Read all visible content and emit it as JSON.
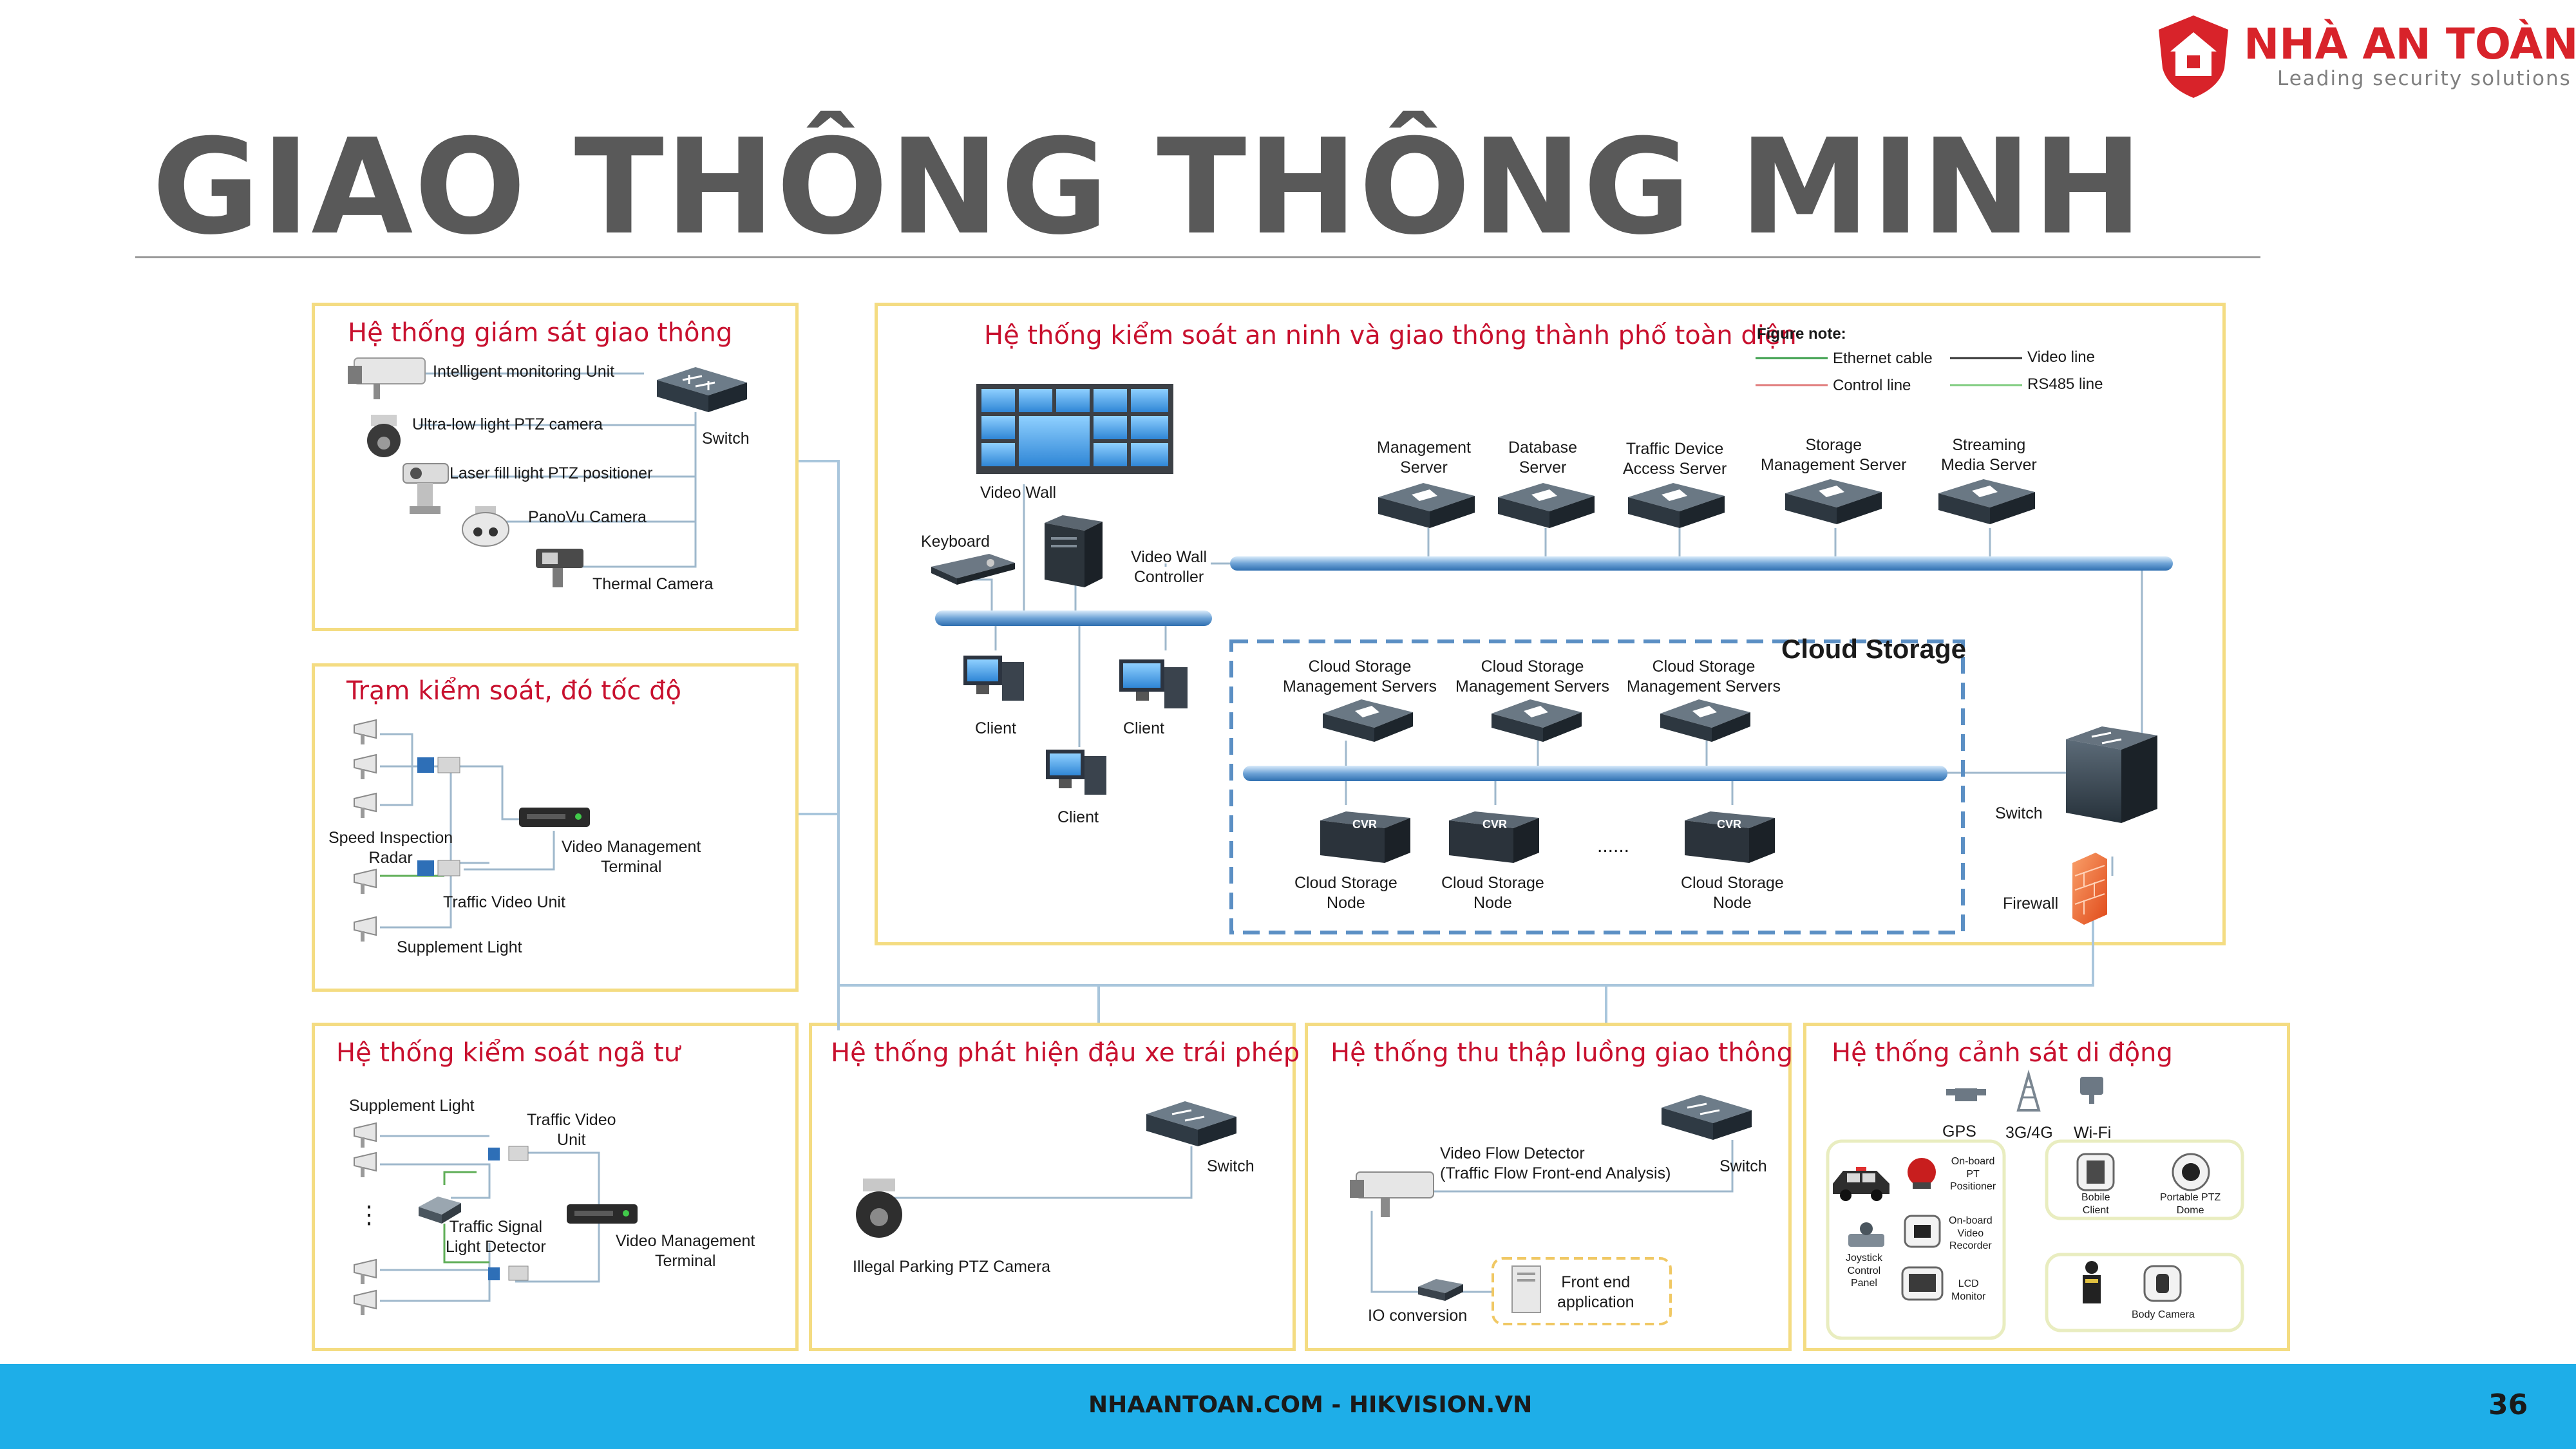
{
  "page": {
    "title": "GIAO THÔNG THÔNG MINH",
    "logo": {
      "name": "NHÀ AN TOÀN",
      "slogan": "Leading security solutions"
    },
    "footer": "NHAANTOAN.COM - HIKVISION.VN",
    "page_number": "36"
  },
  "colors": {
    "title": "#595959",
    "brand_red": "#d8232a",
    "panel_border": "#f4dc82",
    "footer_bar": "#1eaee8",
    "bus_blue": "#6ea3d6"
  },
  "traffic_monitoring": {
    "title": "Hệ thống giám sát giao thông",
    "devices": [
      "Intelligent monitoring Unit",
      "Ultra-low light PTZ camera",
      "Laser fill light PTZ positioner",
      "PanoVu Camera",
      "Thermal Camera"
    ],
    "switch": "Switch"
  },
  "speed_station": {
    "title": "Trạm kiểm soát, đó tốc độ",
    "radar": "Speed Inspection\nRadar",
    "vmt": "Video Management\nTerminal",
    "tvu": "Traffic Video Unit",
    "light": "Supplement Light"
  },
  "city_system": {
    "title": "Hệ thống kiểm soát an ninh và giao thông thành phố toàn diện",
    "figure_note": {
      "title": "Figure note:",
      "ethernet": "Ethernet cable",
      "video": "Video line",
      "control": "Control line",
      "rs485": "RS485 line"
    },
    "video_wall": "Video Wall",
    "keyboard": "Keyboard",
    "vw_controller": "Video Wall\nController",
    "servers": [
      "Management\nServer",
      "Database\nServer",
      "Traffic Device\nAccess Server",
      "Storage\nManagement Server",
      "Streaming\nMedia Server"
    ],
    "client": "Client",
    "cloud_storage": {
      "title": "Cloud Storage",
      "mgmt": "Cloud Storage\nManagement Servers",
      "node": "Cloud Storage\nNode",
      "cvr": "CVR",
      "dots": "......"
    },
    "switch": "Switch",
    "firewall": "Firewall"
  },
  "intersection": {
    "title": "Hệ thống kiểm soát ngã tư",
    "light": "Supplement Light",
    "tvu": "Traffic Video\nUnit",
    "detector": "Traffic Signal\nLight Detector",
    "vmt": "Video Management\nTerminal",
    "dots": "⋮"
  },
  "parking": {
    "title": "Hệ thống phát hiện đậu xe trái phép",
    "switch": "Switch",
    "camera": "Illegal Parking PTZ Camera"
  },
  "flow": {
    "title": "Hệ thống thu thập luồng giao thông",
    "detector": "Video Flow Detector\n(Traffic Flow Front-end Analysis)",
    "switch": "Switch",
    "io": "IO conversion",
    "frontend": "Front end\napplication"
  },
  "mobile": {
    "title": "Hệ thống cảnh sát di động",
    "gps": "GPS",
    "net3g": "3G/4G",
    "wifi": "Wi-Fi",
    "ptz": "On-board\nPT\nPositioner",
    "recorder": "On-board\nVideo\nRecorder",
    "joystick": "Joystick\nControl\nPanel",
    "lcd": "LCD\nMonitor",
    "mobile_client": "Bobile\nClient",
    "portable_ptz": "Portable PTZ\nDome",
    "body_camera": "Body Camera"
  }
}
